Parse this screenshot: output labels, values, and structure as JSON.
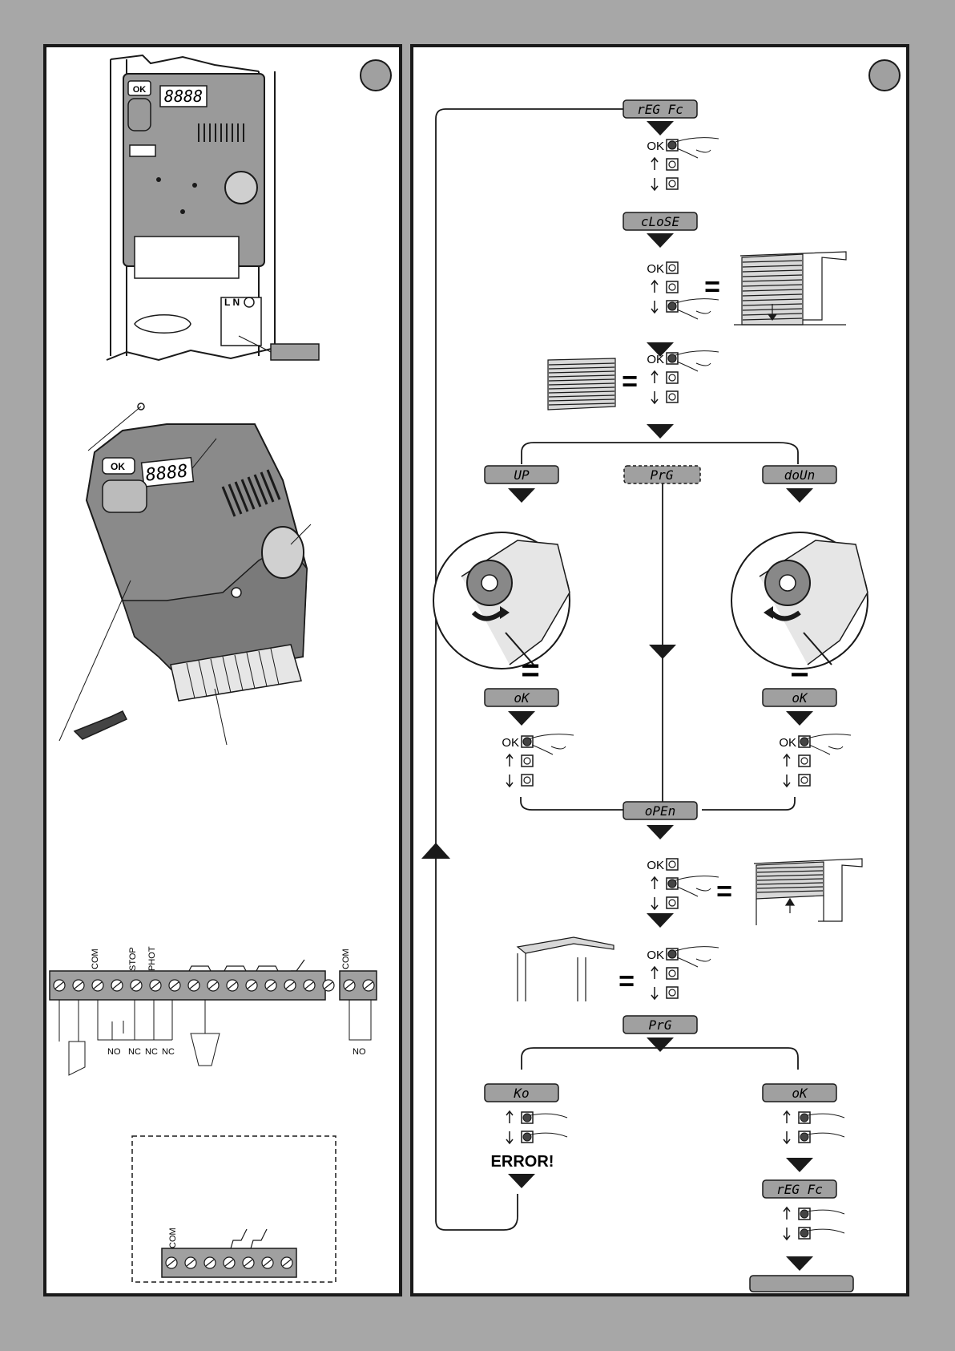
{
  "colors": {
    "page_bg": "#a7a7a7",
    "panel_bg": "#ffffff",
    "lcd_grey": "#a0a0a0",
    "ink": "#1a1a1a"
  },
  "left_panel": {
    "display_digits": "8888",
    "ok_key": "OK",
    "wiring": {
      "terminal_labels": [
        "COM",
        "STOP",
        "PHOT"
      ],
      "contact_labels": [
        "NO",
        "NC",
        "NC",
        "NC"
      ],
      "aux_terminal_labels": [
        "COM"
      ],
      "aux_contact_labels": [
        "NO"
      ],
      "relay_terminal_labels": [
        "COM"
      ]
    },
    "mains_labels": "L N"
  },
  "right_panel": {
    "ok_label": "OK",
    "error_label": "ERROR!",
    "displays": {
      "reg_fc": "rEG Fc",
      "close": "cLoSE",
      "up": "UP",
      "prg": "PrG",
      "down": "doUn",
      "ok_left": "oK",
      "ok_right": "oK",
      "open": "oPEn",
      "prg2": "PrG",
      "ko": "Ko",
      "ok_final": "oK",
      "reg_fc2": "rEG Fc"
    },
    "equals": "="
  }
}
